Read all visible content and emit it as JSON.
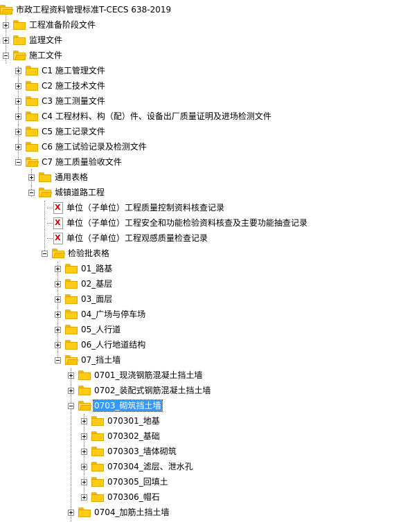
{
  "tree": {
    "root": "市政工程资料管理标准T-CECS 638-2019",
    "prep": "工程准备阶段文件",
    "supervision": "监理文件",
    "construction": "施工文件",
    "c1": "C1 施工管理文件",
    "c2": "C2 施工技术文件",
    "c3": "C3 施工测量文件",
    "c4": "C4 工程材料、构（配）件、设备出厂质量证明及进场检测文件",
    "c5": "C5 施工记录文件",
    "c6": "C6 施工试验记录及检测文件",
    "c7": "C7 施工质量验收文件",
    "general_forms": "通用表格",
    "urban_road": "城镇道路工程",
    "doc1": "单位（子单位）工程质量控制资料核查记录",
    "doc2": "单位（子单位）工程安全和功能检验资料核查及主要功能抽查记录",
    "doc3": "单位（子单位）工程观感质量检查记录",
    "inspection_forms": "检验批表格",
    "f01": "01_路基",
    "f02": "02_基层",
    "f03": "03_面层",
    "f04": "04_广场与停车场",
    "f05": "05_人行道",
    "f06": "06_人行地道结构",
    "f07": "07_挡土墙",
    "f0701": "0701_现浇钢筋混凝土挡土墙",
    "f0702": "0702_装配式钢筋混凝土挡土墙",
    "f0703": "0703_砌筑挡土墙",
    "f070301": "070301_地基",
    "f070302": "070302_基础",
    "f070303": "070303_墙体砌筑",
    "f070304": "070304_滤层、泄水孔",
    "f070305": "070305_回填土",
    "f070306": "070306_帽石",
    "f0704": "0704_加筋土挡土墙",
    "doc_icon_glyph": "X",
    "selected_node": "0703_砌筑挡土墙"
  },
  "colors": {
    "folder": "#ffcc14",
    "selection": "#3399ff",
    "doc_mark": "#d00000"
  }
}
